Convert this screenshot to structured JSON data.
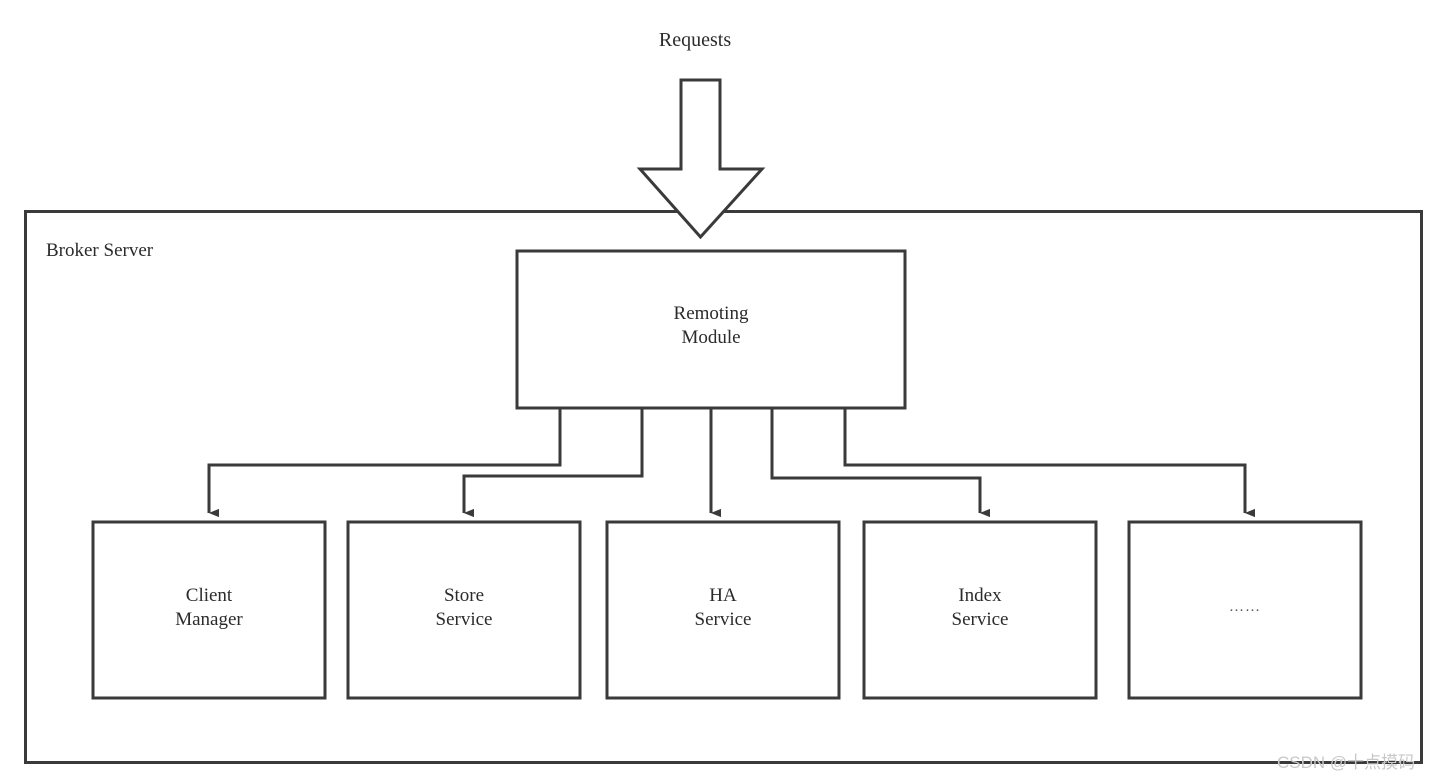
{
  "diagram": {
    "title": "Broker Server",
    "incoming_label": "Requests",
    "hub": {
      "label": "Remoting\nModule",
      "name": "remoting-module"
    },
    "leaves": [
      {
        "label": "Client\nManager",
        "name": "client-manager"
      },
      {
        "label": "Store\nService",
        "name": "store-service"
      },
      {
        "label": "HA\nService",
        "name": "ha-service"
      },
      {
        "label": "Index\nService",
        "name": "index-service"
      },
      {
        "label": "……",
        "name": "more-services"
      }
    ],
    "colors": {
      "stroke": "#3a3a3a",
      "text": "#2b2b2b",
      "background": "#ffffff",
      "watermark": "#c8c8c8"
    }
  },
  "watermark": {
    "text": "CSDN @十点摸码"
  }
}
